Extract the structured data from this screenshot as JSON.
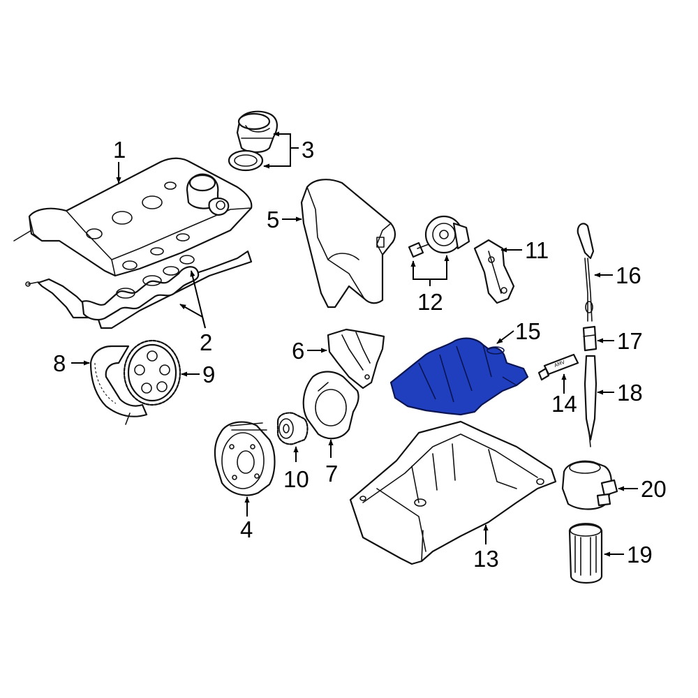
{
  "diagram": {
    "highlight_color": "#1f3fbf",
    "line_color": "#111111",
    "callouts": {
      "c1": "1",
      "c2": "2",
      "c3": "3",
      "c4": "4",
      "c5": "5",
      "c6": "6",
      "c7": "7",
      "c8": "8",
      "c9": "9",
      "c10": "10",
      "c11": "11",
      "c12": "12",
      "c13": "13",
      "c14": "14",
      "c15": "15",
      "c16": "16",
      "c17": "17",
      "c18": "18",
      "c19": "19",
      "c20": "20"
    },
    "tube_label": "AMV",
    "highlighted_part": "15"
  }
}
